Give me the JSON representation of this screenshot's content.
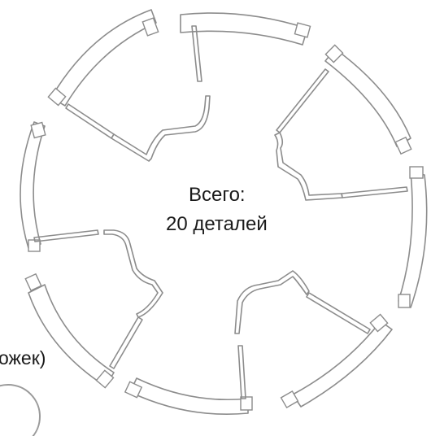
{
  "summary": {
    "total_label": "Всего:",
    "total_count": "20 деталей"
  },
  "cut_text": "ожек)",
  "colors": {
    "outline": "#8c8c8c",
    "fill": "#ffffff",
    "text": "#1a1a1a"
  }
}
